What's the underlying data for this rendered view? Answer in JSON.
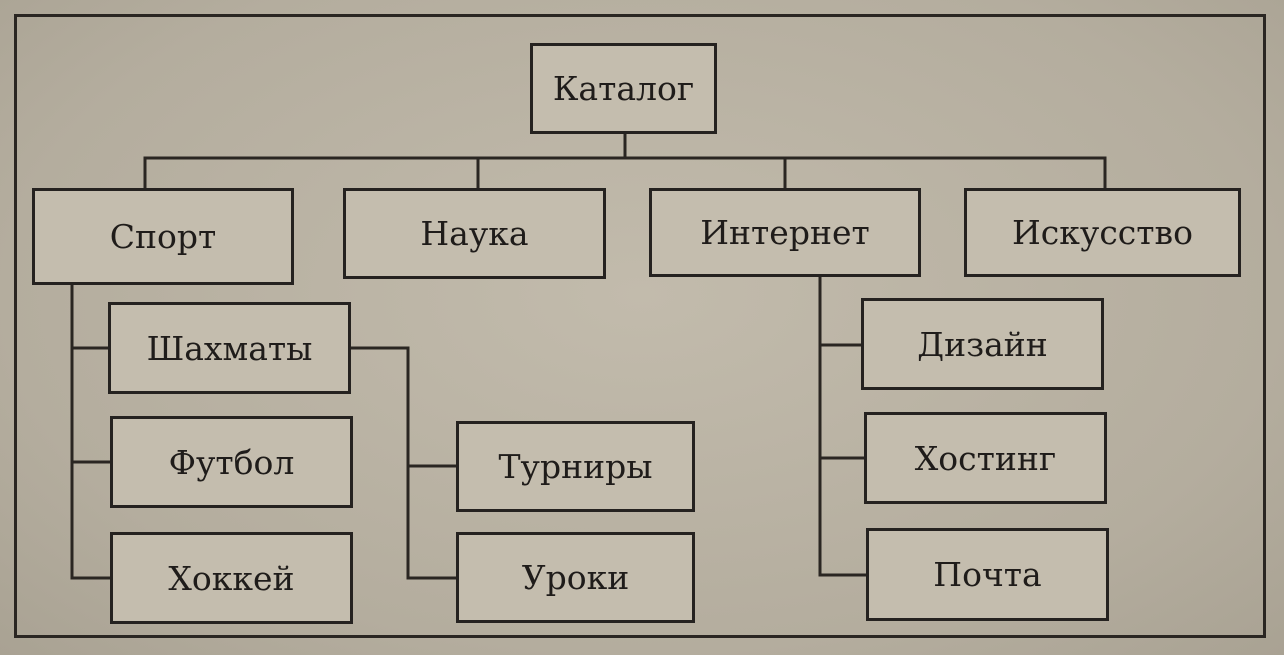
{
  "diagram": {
    "root": "Каталог",
    "categories": {
      "sport": "Спорт",
      "science": "Наука",
      "internet": "Интернет",
      "art": "Искусство"
    },
    "sport_children": {
      "chess": "Шахматы",
      "football": "Футбол",
      "hockey": "Хоккей"
    },
    "chess_children": {
      "tournaments": "Турниры",
      "lessons": "Уроки"
    },
    "internet_children": {
      "design": "Дизайн",
      "hosting": "Хостинг",
      "mail": "Почта"
    }
  }
}
